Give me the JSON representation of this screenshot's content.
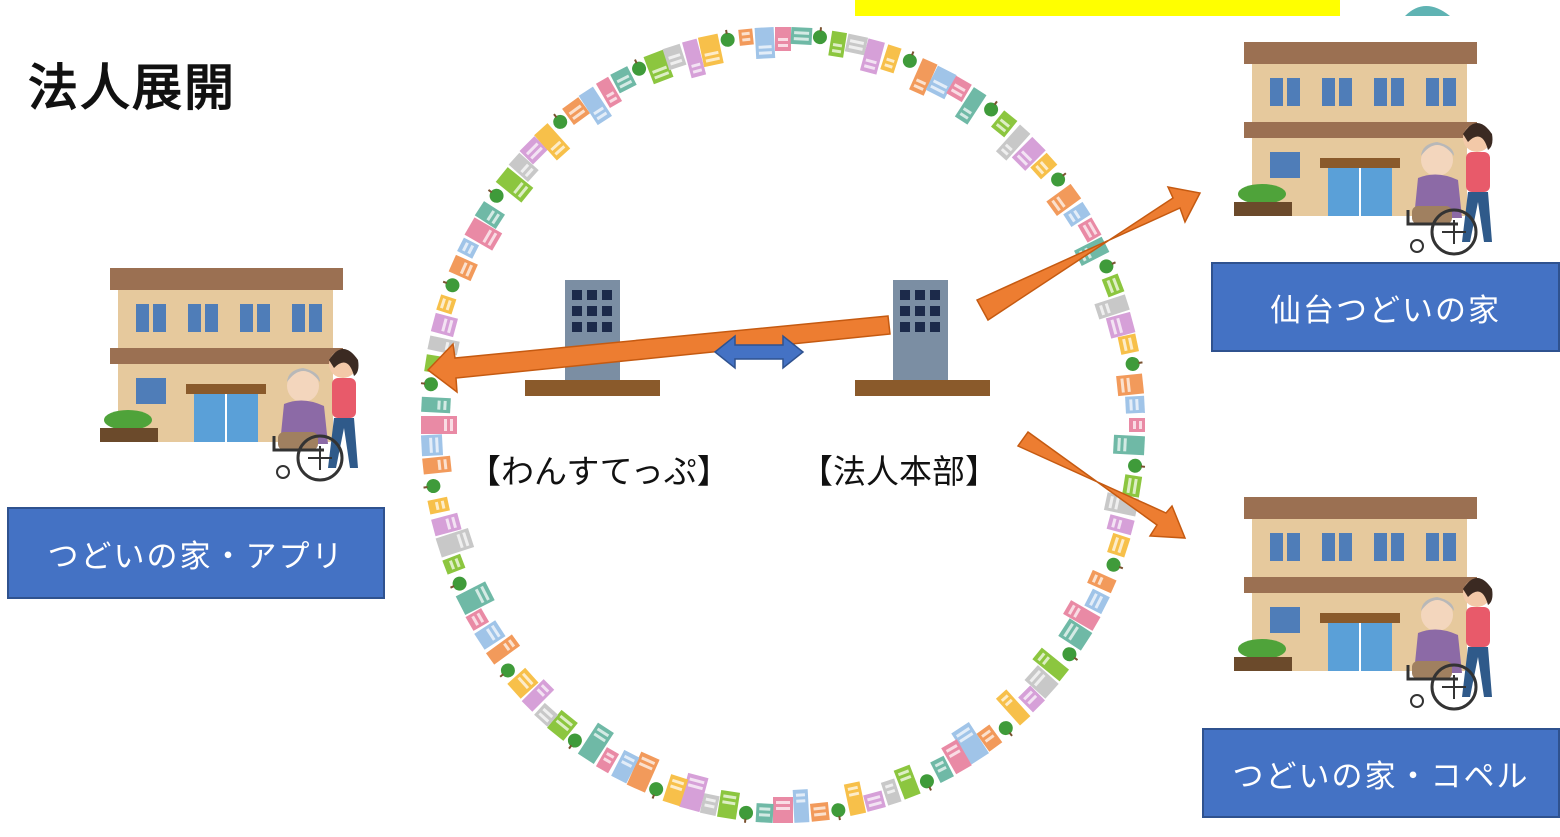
{
  "page": {
    "title": "法人展開"
  },
  "nodes": {
    "wanstep": "【わんすてっぷ】",
    "hq": "【法人本部】"
  },
  "facilities": {
    "app": "つどいの家・アプリ",
    "sendai": "仙台つどいの家",
    "copel": "つどいの家・コペル"
  },
  "colors": {
    "arrow": "#ed7d31",
    "box": "#4472c4",
    "double_arrow": "#4472c4",
    "top_banner": "#ffff00"
  }
}
